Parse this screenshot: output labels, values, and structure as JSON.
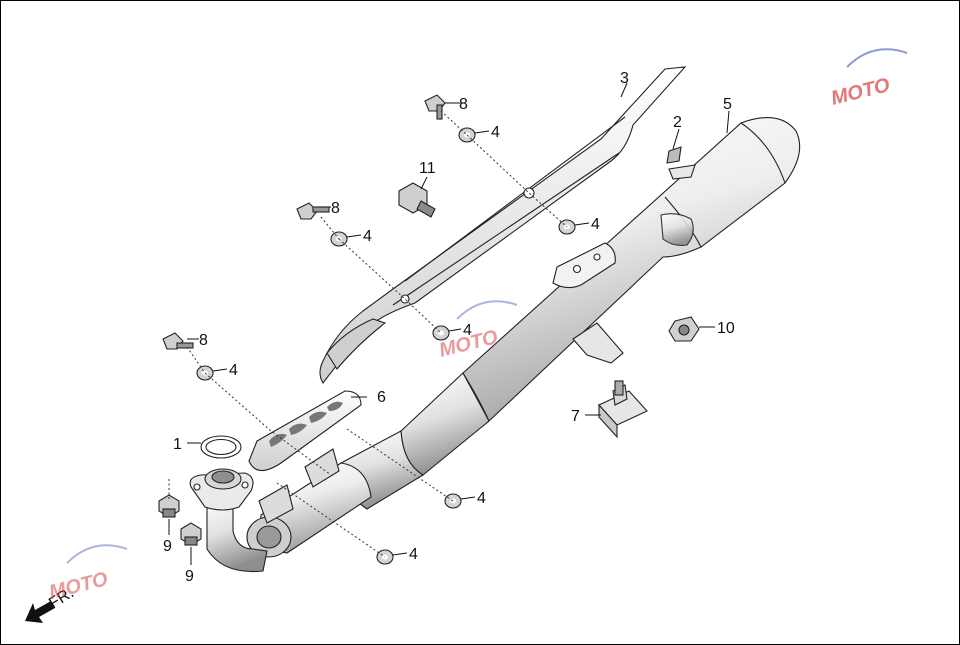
{
  "callouts": [
    {
      "id": "1",
      "text": "1"
    },
    {
      "id": "2",
      "text": "2"
    },
    {
      "id": "3",
      "text": "3"
    },
    {
      "id": "4a",
      "text": "4"
    },
    {
      "id": "4b",
      "text": "4"
    },
    {
      "id": "4c",
      "text": "4"
    },
    {
      "id": "4d",
      "text": "4"
    },
    {
      "id": "4e",
      "text": "4"
    },
    {
      "id": "4f",
      "text": "4"
    },
    {
      "id": "4g",
      "text": "4"
    },
    {
      "id": "5",
      "text": "5"
    },
    {
      "id": "6",
      "text": "6"
    },
    {
      "id": "7",
      "text": "7"
    },
    {
      "id": "8a",
      "text": "8"
    },
    {
      "id": "8b",
      "text": "8"
    },
    {
      "id": "8c",
      "text": "8"
    },
    {
      "id": "9a",
      "text": "9"
    },
    {
      "id": "9b",
      "text": "9"
    },
    {
      "id": "10",
      "text": "10"
    },
    {
      "id": "11",
      "text": "11"
    }
  ],
  "direction_label": "FR.",
  "watermark": "MOTO",
  "colors": {
    "line": "#222222",
    "fill_light": "#f4f4f4",
    "fill_mid": "#d9d9d9",
    "fill_dark": "#a8a8a8",
    "watermark_red": "#d84a4a",
    "watermark_blue": "#6a78c8"
  }
}
